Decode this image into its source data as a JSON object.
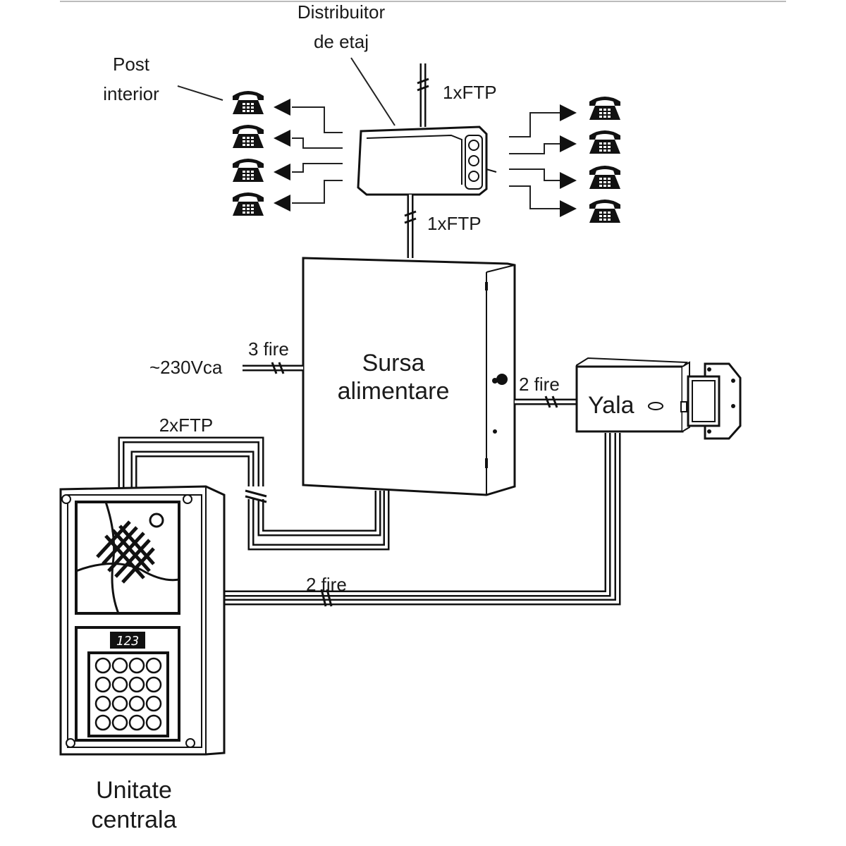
{
  "labels": {
    "distributor_line1": "Distribuitor",
    "distributor_line2": "de etaj",
    "post_line1": "Post",
    "post_line2": "interior",
    "cable_top": "1xFTP",
    "cable_mid": "1xFTP",
    "power_title_line1": "Sursa",
    "power_title_line2": "alimentare",
    "mains_voltage": "~230Vca",
    "mains_wires": "3 fire",
    "lock_wires": "2 fire",
    "lock_title": "Yala",
    "unit_cable": "2xFTP",
    "unit_lock_wires": "2 fire",
    "unit_line1": "Unitate",
    "unit_line2": "centrala",
    "display_text": "123"
  },
  "icons": {
    "phone": "telephone-icon",
    "arrow": "arrow-icon"
  },
  "colors": {
    "ink": "#111111",
    "device_fill": "#ffffff",
    "panel_frame": "#2a2a2a"
  }
}
